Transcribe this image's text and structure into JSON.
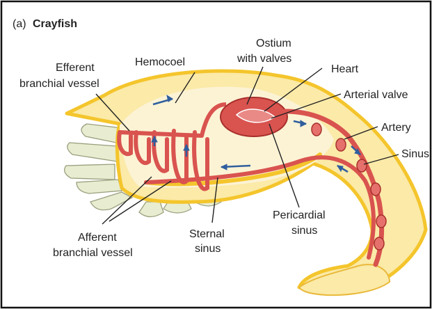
{
  "figure": {
    "panel_letter": "(a)",
    "organism": "Crayfish"
  },
  "labels": {
    "hemocoel": "Hemocoel",
    "ostium_line1": "Ostium",
    "ostium_line2": "with valves",
    "heart": "Heart",
    "arterial_valve": "Arterial valve",
    "artery": "Artery",
    "sinus": "Sinus",
    "efferent_line1": "Efferent",
    "efferent_line2": "branchial vessel",
    "afferent_line1": "Afferent",
    "afferent_line2": "branchial vessel",
    "sternal_line1": "Sternal",
    "sternal_line2": "sinus",
    "pericardial_line1": "Pericardial",
    "pericardial_line2": "sinus"
  },
  "colors": {
    "body_fill": "#fbeaa8",
    "body_outline": "#f4c52c",
    "vessel": "#d9534f",
    "vessel_dark": "#a8302c",
    "heart": "#d9534f",
    "flow_arrow": "#2f5e9e",
    "gills": "#e7eccd",
    "leader_line": "#222222"
  }
}
